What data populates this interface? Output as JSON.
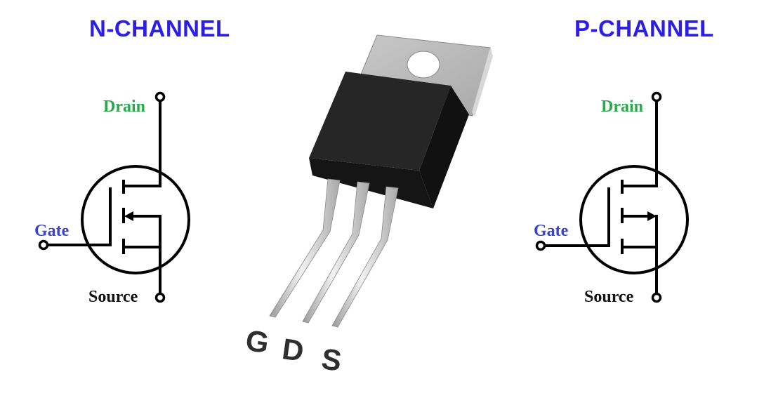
{
  "n_channel": {
    "title": "N-CHANNEL",
    "drain": "Drain",
    "gate": "Gate",
    "source": "Source"
  },
  "p_channel": {
    "title": "P-CHANNEL",
    "drain": "Drain",
    "gate": "Gate",
    "source": "Source"
  },
  "package": {
    "pins": [
      "G",
      "D",
      "S"
    ]
  },
  "colors": {
    "title": "#2b1ee6",
    "drain": "#2aa84a",
    "gate": "#3b45c8",
    "source": "#111111",
    "body": "#1c1c1c",
    "tab": "#b9b9b9"
  }
}
